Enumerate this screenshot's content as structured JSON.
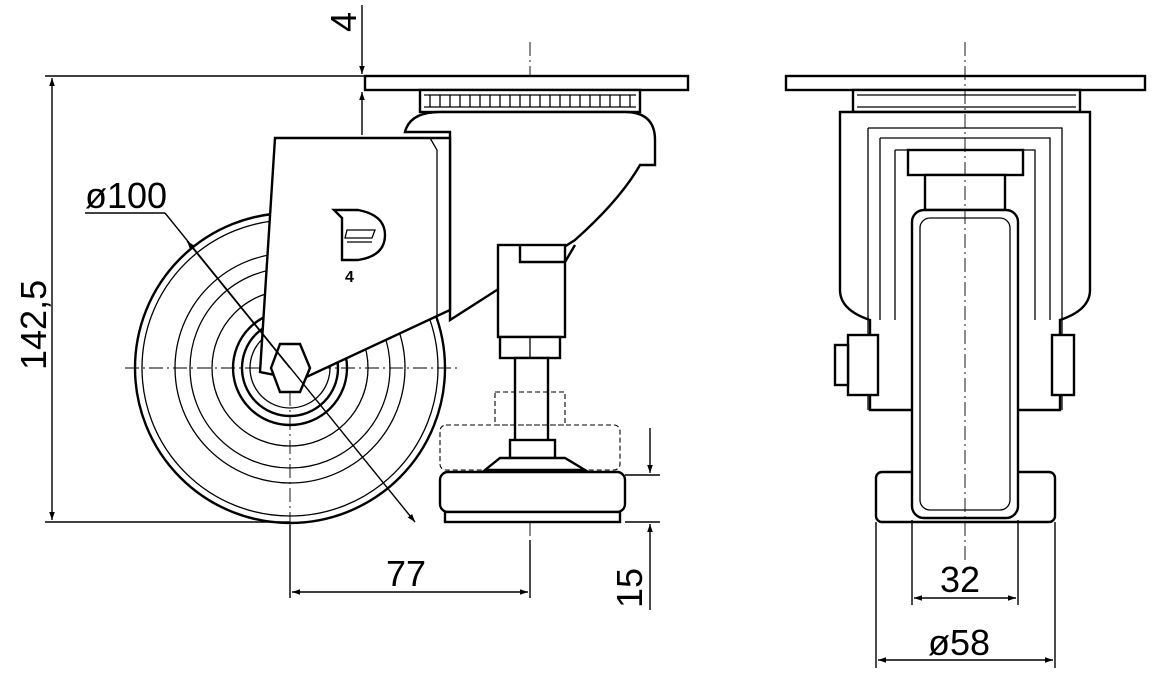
{
  "drawing": {
    "logo_text": "4",
    "side_view": {
      "dim_plate_offset": "4",
      "dim_wheel_diameter": "ø100",
      "dim_total_height": "142,5",
      "dim_offset": "77",
      "dim_foot_height": "15"
    },
    "front_view": {
      "dim_wheel_width": "32",
      "dim_foot_diameter": "ø58"
    }
  }
}
